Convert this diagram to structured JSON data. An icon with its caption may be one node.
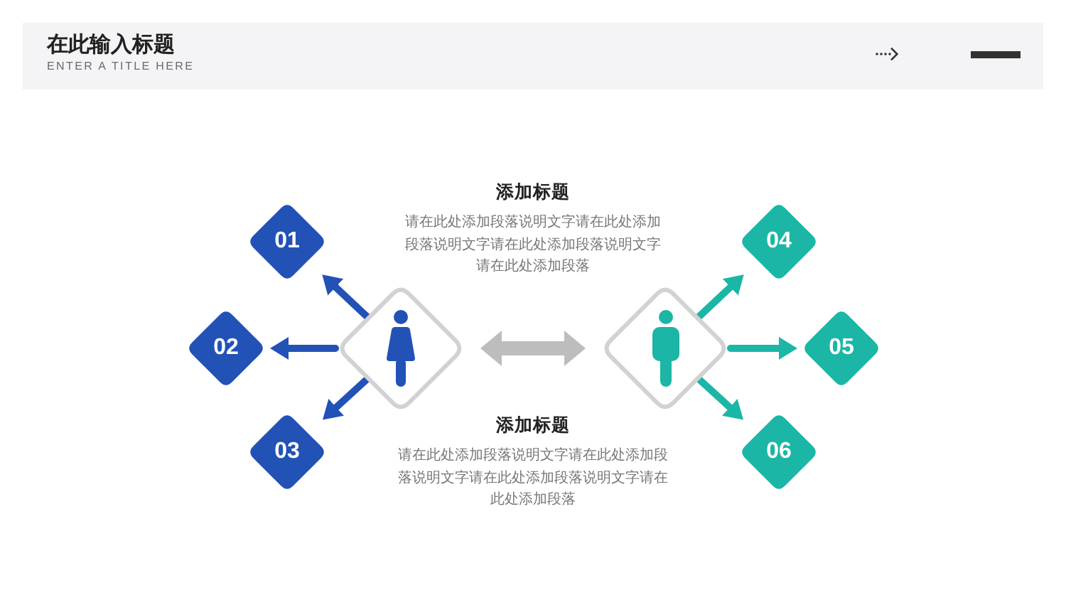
{
  "diagram": {
    "title": "在此输入标题",
    "nodes": [
      {
        "text": [
          "01"
        ]
      },
      {
        "text": [
          "02"
        ]
      },
      {
        "text": [
          "03"
        ]
      },
      {
        "text": [],
        "shape": "diamond"
      },
      {
        "text": [],
        "shape": "diamond"
      },
      {
        "text": [
          "04"
        ]
      },
      {
        "text": [
          "05"
        ]
      },
      {
        "text": [
          "06"
        ]
      }
    ],
    "edges": [
      {
        "from": 3,
        "to": 0,
        "arrow": "to",
        "color": "#2352b6"
      },
      {
        "from": 3,
        "to": 1,
        "arrow": "to",
        "color": "#2352b6"
      },
      {
        "from": 3,
        "to": 2,
        "arrow": "to",
        "color": "#2352b6"
      },
      {
        "from": 3,
        "to": 4,
        "arrow": "both",
        "style": "thick",
        "color": "#bdbdbd"
      },
      {
        "from": 4,
        "to": 5,
        "arrow": "to",
        "color": "#1bb6a6"
      },
      {
        "from": 4,
        "to": 6,
        "arrow": "to",
        "color": "#1bb6a6"
      },
      {
        "from": 4,
        "to": 7,
        "arrow": "to",
        "color": "#1bb6a6"
      }
    ],
    "labels": [
      "ENTER A TITLE HERE",
      "添加标题",
      "请在此处添加段落说明文字请在此处添加段落说明文字请在此处添加段落说明文字请在此处添加段落",
      "添加标题",
      "请在此处添加段落说明文字请在此处添加段落说明文字请在此处添加段落说明文字请在此处添加段落"
    ]
  }
}
